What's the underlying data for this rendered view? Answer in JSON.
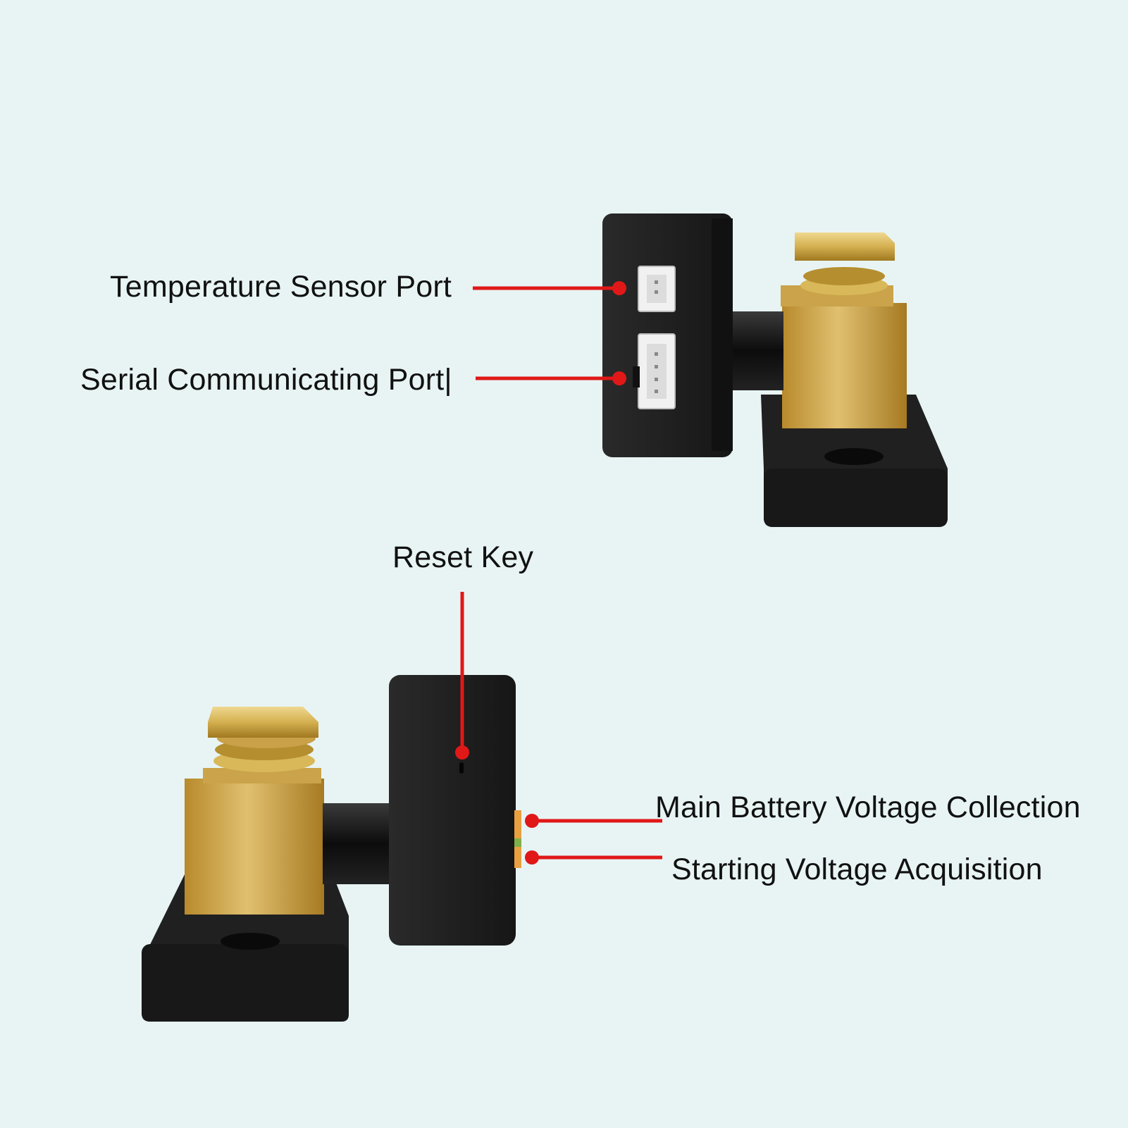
{
  "labels": {
    "temperature_sensor_port": "Temperature Sensor Port",
    "serial_communicating_port": "Serial Communicating Port|",
    "reset_key": "Reset Key",
    "main_battery_voltage_collection": "Main Battery Voltage Collection",
    "starting_voltage_acquisition": "Starting Voltage Acquisition"
  },
  "colors": {
    "background": "#e8f4f4",
    "callout": "#e01818",
    "device_body": "#1e1e1e",
    "brass": "#c8a040"
  }
}
